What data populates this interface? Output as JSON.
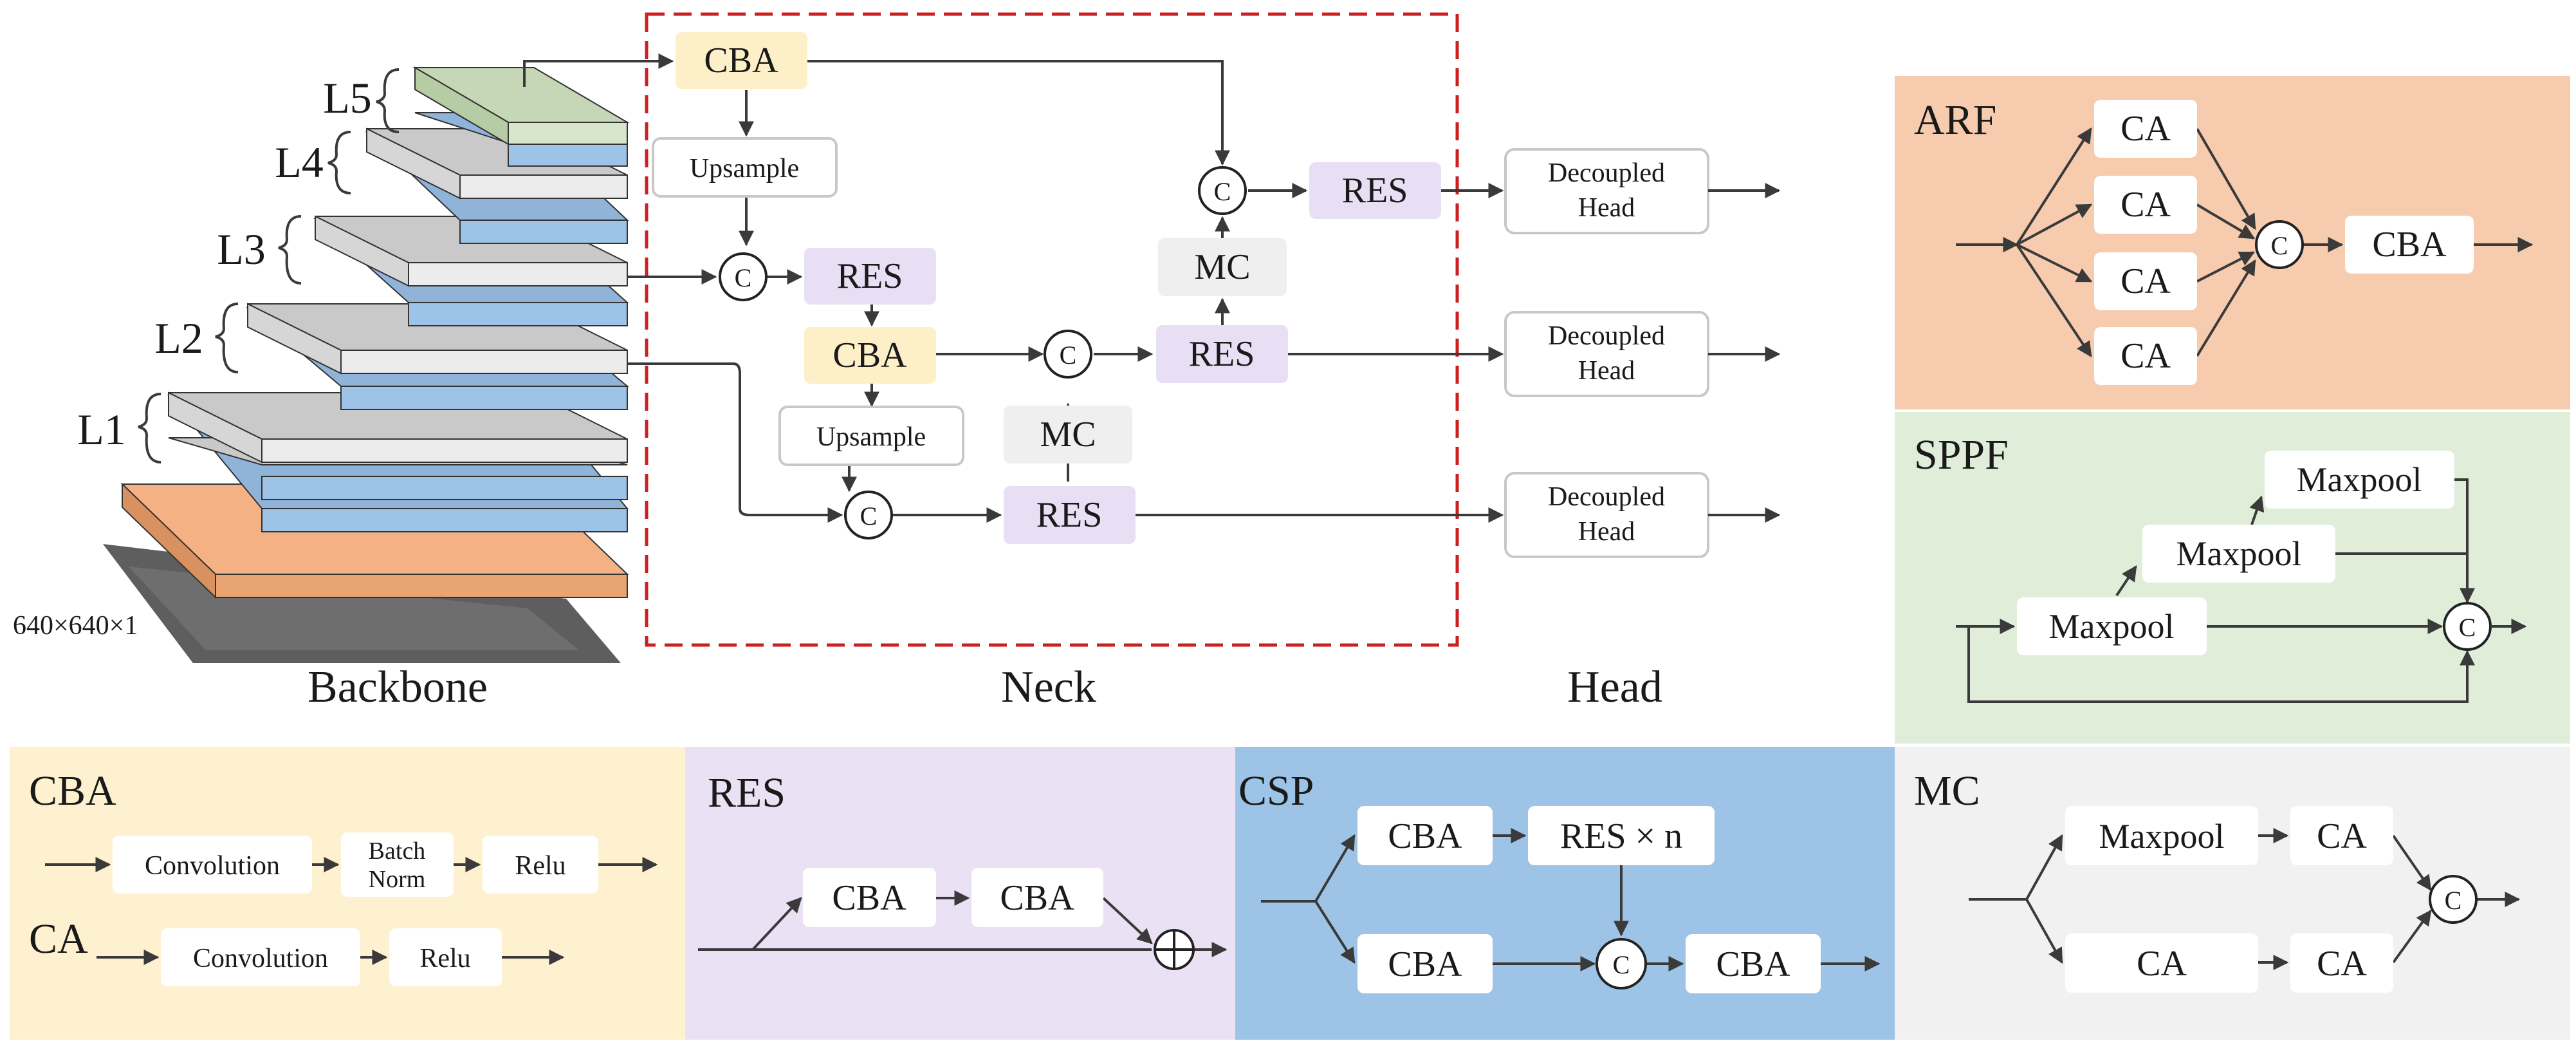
{
  "colors": {
    "cba": "#FDEFC7",
    "res": "#E8DFF4",
    "mc": "#EFEFEF",
    "neck_border": "#CC1F1F",
    "arf_panel": "#F7CBAE",
    "sppf_panel": "#E0EED9",
    "cba_panel": "#FEF1CF",
    "res_panel": "#EBE1F5",
    "csp_panel": "#9DC3E6",
    "mc_panel": "#F1F1F1",
    "layer_gray": "#C9C9C9",
    "layer_blue": "#9DC3E6",
    "layer_orange": "#F4B183"
  },
  "backbone": {
    "levels": [
      "L1",
      "L2",
      "L3",
      "L4",
      "L5"
    ],
    "input_label": "640×640×1",
    "caption": "Backbone"
  },
  "neck": {
    "caption": "Neck",
    "cba": "CBA",
    "upsample": "Upsample",
    "res": "RES",
    "mc": "MC",
    "concat": "C"
  },
  "head": {
    "caption": "Head",
    "boxes": [
      {
        "line1": "Decoupled",
        "line2": "Head"
      },
      {
        "line1": "Decoupled",
        "line2": "Head"
      },
      {
        "line1": "Decoupled",
        "line2": "Head"
      }
    ]
  },
  "arf": {
    "title": "ARF",
    "branches": [
      "CA",
      "CA",
      "CA",
      "CA"
    ],
    "concat": "C",
    "output": "CBA"
  },
  "sppf": {
    "title": "SPPF",
    "pools": [
      "Maxpool",
      "Maxpool",
      "Maxpool"
    ],
    "concat": "C"
  },
  "cba_def": {
    "title": "CBA",
    "items": [
      {
        "line1": "Convolution",
        "line2": ""
      },
      {
        "line1": "Batch",
        "line2": "Norm"
      },
      {
        "line1": "Relu",
        "line2": ""
      }
    ]
  },
  "ca_def": {
    "title": "CA",
    "items": [
      "Convolution",
      "Relu"
    ]
  },
  "res_def": {
    "title": "RES",
    "items": [
      "CBA",
      "CBA"
    ],
    "add": "+"
  },
  "csp_def": {
    "title": "CSP",
    "items": [
      "CBA",
      "RES × n",
      "CBA",
      "CBA"
    ],
    "concat": "C"
  },
  "mc_def": {
    "title": "MC",
    "items": [
      "Maxpool",
      "CA",
      "CA",
      "CA"
    ],
    "concat": "C"
  }
}
